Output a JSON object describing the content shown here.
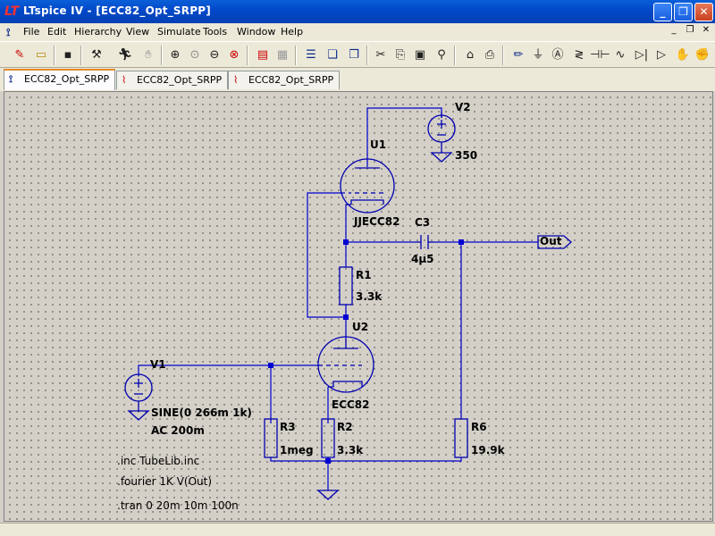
{
  "window": {
    "title": "LTspice IV - [ECC82_Opt_SRPP]",
    "app_icon": "ltspice-icon"
  },
  "menubar": {
    "items": [
      "File",
      "Edit",
      "Hierarchy",
      "View",
      "Simulate",
      "Tools",
      "Window",
      "Help"
    ]
  },
  "toolbar": {
    "icons": [
      "new-schematic-icon",
      "open-icon",
      "save-icon",
      "control-panel-icon",
      "run-icon",
      "halt-icon",
      "zoom-in-icon",
      "zoom-pan-icon",
      "zoom-out-icon",
      "zoom-fit-icon",
      "autorange-icon",
      "waveform-icon",
      "tile-horizontal-icon",
      "cascade-icon",
      "tile-vertical-icon",
      "cut-icon",
      "copy-icon",
      "paste-icon",
      "find-icon",
      "undo-icon",
      "print-icon",
      "draw-wire-icon",
      "ground-icon",
      "label-net-icon",
      "resistor-icon",
      "capacitor-icon",
      "inductor-icon",
      "diode-icon",
      "component-icon",
      "move-icon",
      "drag-icon"
    ]
  },
  "tabs": [
    {
      "label": "ECC82_Opt_SRPP",
      "active": true,
      "icon": "schematic-icon"
    },
    {
      "label": "ECC82_Opt_SRPP",
      "active": false,
      "icon": "waveform-icon"
    },
    {
      "label": "ECC82_Opt_SRPP",
      "active": false,
      "icon": "waveform-icon"
    }
  ],
  "schematic": {
    "components": {
      "v2": {
        "name": "V2",
        "value": "350"
      },
      "u1": {
        "name": "U1",
        "value": "JJECC82"
      },
      "c3": {
        "name": "C3",
        "value": "4µ5"
      },
      "r1": {
        "name": "R1",
        "value": "3.3k"
      },
      "u2": {
        "name": "U2",
        "value": "ECC82"
      },
      "v1": {
        "name": "V1",
        "value": "SINE(0 266m 1k)",
        "value2": "AC 200m"
      },
      "r3": {
        "name": "R3",
        "value": "1meg"
      },
      "r2": {
        "name": "R2",
        "value": "3.3k"
      },
      "r6": {
        "name": "R6",
        "value": "19.9k"
      }
    },
    "net_labels": {
      "out": "Out"
    },
    "directives": [
      ".inc TubeLib.inc",
      ".fourier 1K V(Out)",
      ".tran 0 20m 10m 100n"
    ]
  },
  "colors": {
    "wire": "#0000d0",
    "symbol": "#0000b0",
    "canvas": "#d4d0c8",
    "titlebar": "#0348c8"
  }
}
